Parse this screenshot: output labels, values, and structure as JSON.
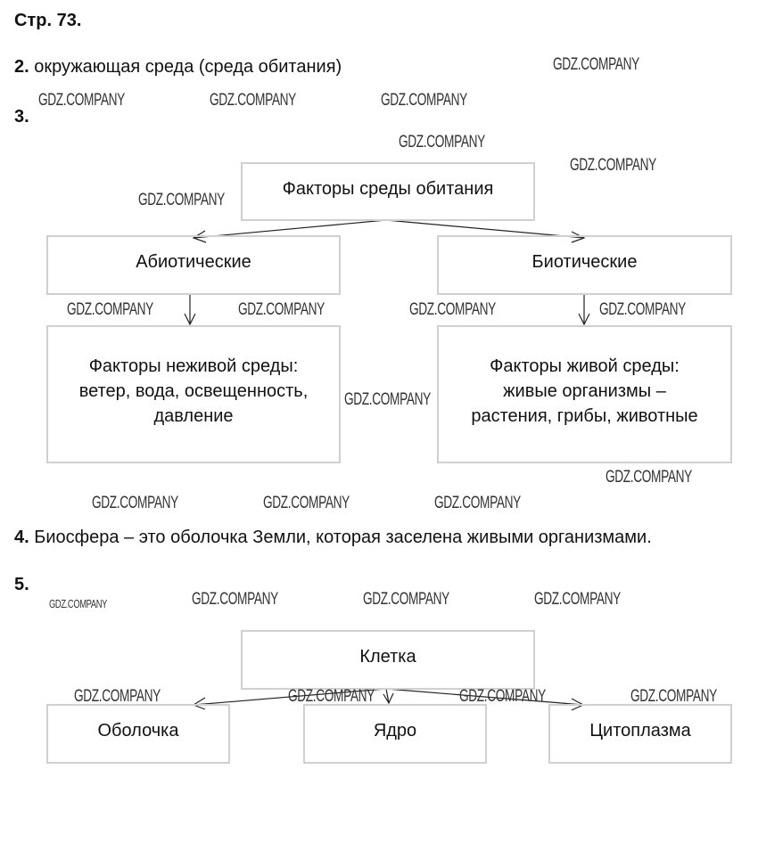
{
  "page_title": "Стр. 73.",
  "q2": {
    "num": "2.",
    "text": "окружающая среда (среда обитания)"
  },
  "q3": {
    "num": "3.",
    "root": "Факторы среды обитания",
    "left": "Абиотические",
    "right": "Биотические",
    "left_detail": [
      "Факторы неживой среды:",
      "ветер, вода, освещенность,",
      "давление"
    ],
    "right_detail": [
      "Факторы живой среды:",
      "живые организмы –",
      "растения, грибы, животные"
    ]
  },
  "q4": {
    "num": "4.",
    "text": "Биосфера – это оболочка Земли, которая заселена живыми  организмами."
  },
  "q5": {
    "num": "5.",
    "root": "Клетка",
    "children": [
      "Оболочка",
      "Ядро",
      "Цитоплазма"
    ]
  },
  "watermark": "GDZ.COMPANY"
}
